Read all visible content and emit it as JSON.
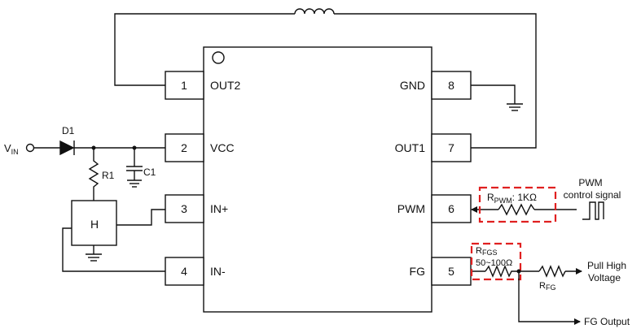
{
  "pins": {
    "p1": {
      "num": "1",
      "label": "OUT2"
    },
    "p2": {
      "num": "2",
      "label": "VCC"
    },
    "p3": {
      "num": "3",
      "label": "IN+"
    },
    "p4": {
      "num": "4",
      "label": "IN-"
    },
    "p5": {
      "num": "5",
      "label": "FG"
    },
    "p6": {
      "num": "6",
      "label": "PWM"
    },
    "p7": {
      "num": "7",
      "label": "OUT1"
    },
    "p8": {
      "num": "8",
      "label": "GND"
    }
  },
  "components": {
    "vin": {
      "main": "V",
      "sub": "IN"
    },
    "diode": "D1",
    "r1": "R1",
    "c1": "C1",
    "hall": "H",
    "rpwm": {
      "main": "R",
      "sub": "PWM",
      "value": ": 1KΩ"
    },
    "rfgs": {
      "main": "R",
      "sub": "FGS",
      "value": "50~100Ω"
    },
    "rfg": {
      "main": "R",
      "sub": "FG"
    }
  },
  "labels": {
    "pwm_signal_line1": "PWM",
    "pwm_signal_line2": "control signal",
    "pull_high_line1": "Pull High",
    "pull_high_line2": "Voltage",
    "fg_output": "FG Output"
  },
  "colors": {
    "wire": "#111111",
    "highlight": "#e02020"
  }
}
